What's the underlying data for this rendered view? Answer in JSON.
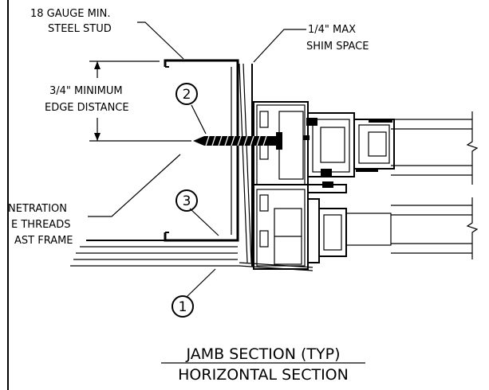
{
  "callouts": {
    "stud_line1": "18 GAUGE MIN.",
    "stud_line2": "STEEL STUD",
    "shim_line1": "1/4\" MAX",
    "shim_line2": "SHIM SPACE",
    "edge_line1": "3/4\" MINIMUM",
    "edge_line2": "EDGE DISTANCE",
    "pen_line1": "NETRATION",
    "pen_line2": "E THREADS",
    "pen_line3": "AST FRAME"
  },
  "markers": [
    "2",
    "3",
    "1"
  ],
  "title": {
    "line1": "JAMB SECTION (TYP)",
    "line2": "HORIZONTAL SECTION"
  }
}
